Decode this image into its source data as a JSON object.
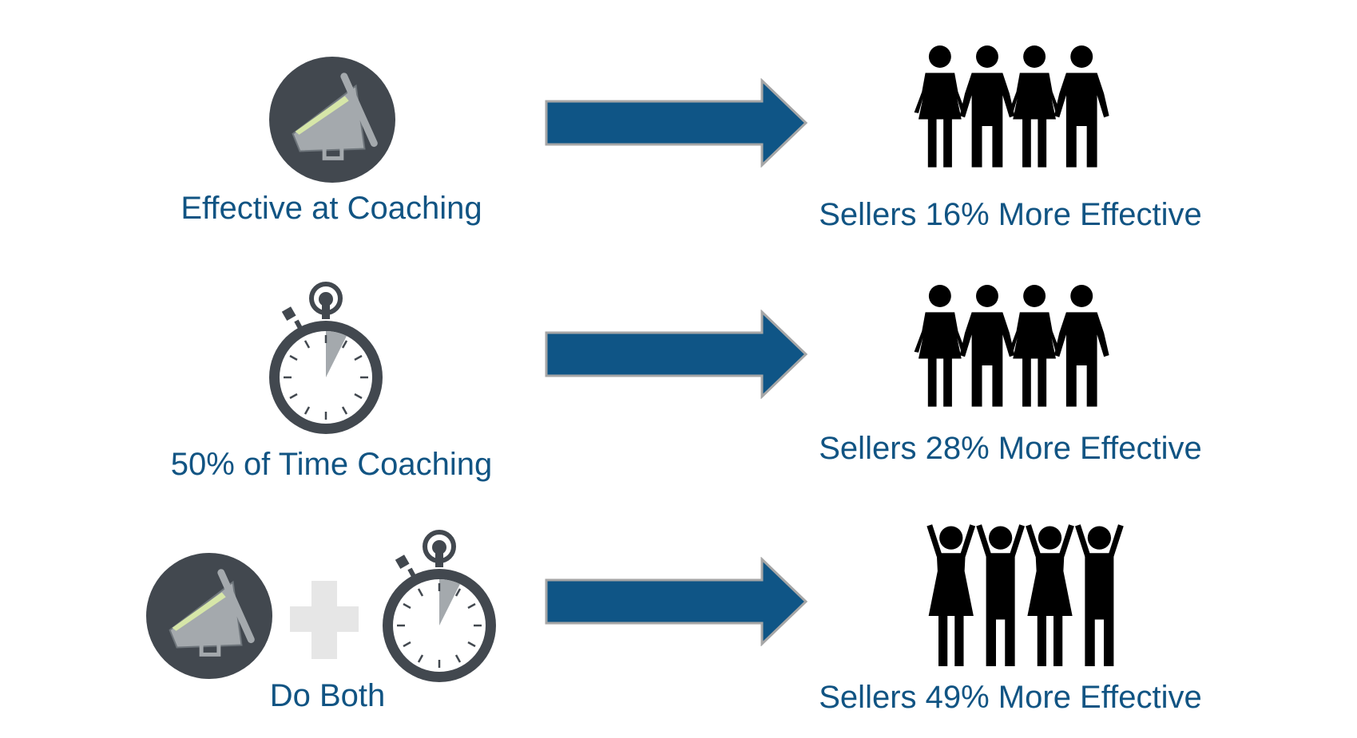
{
  "rows": [
    {
      "left_label": "Effective at Coaching",
      "right_label": "Sellers 16% More Effective",
      "people_pose": "standing"
    },
    {
      "left_label": "50% of Time Coaching",
      "right_label": "Sellers 28% More Effective",
      "people_pose": "standing"
    },
    {
      "left_label": "Do Both",
      "right_label": "Sellers 49% More Effective",
      "people_pose": "arms-raised"
    }
  ],
  "colors": {
    "text": "#115483",
    "arrow_fill": "#0f5586",
    "arrow_edge": "#a6a6a6",
    "icon_dark": "#42484f",
    "icon_gray": "#a4a9ad",
    "icon_highlight": "#d6e6a8",
    "plus": "#e6e6e6",
    "people": "#000000"
  },
  "icons": [
    "megaphone-icon",
    "stopwatch-icon",
    "plus-icon",
    "people-group-icon",
    "arrow-right-icon"
  ]
}
